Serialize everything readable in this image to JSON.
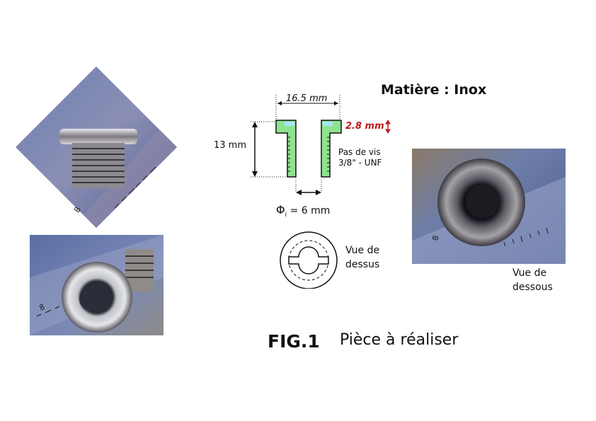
{
  "material": "Matière : Inox",
  "figure": {
    "label": "FIG.1",
    "caption": "Pièce à réaliser"
  },
  "drawing": {
    "width_dim": "16.5 mm",
    "height_dim": "13 mm",
    "head_dim": "2.8 mm",
    "thread_line1": "Pas de vis",
    "thread_line2": "3/8\" - UNF",
    "inner_diameter_symbol": "Φ",
    "inner_diameter_sub": "i",
    "inner_diameter_value": "= 6 mm",
    "top_view_line1": "Vue de",
    "top_view_line2": "dessus"
  },
  "photos": {
    "bottom_view_line1": "Vue de",
    "bottom_view_line2": "dessous",
    "ruler_numbers": [
      "8",
      "8",
      "8"
    ]
  },
  "colors": {
    "section_fill": "#8ee38e",
    "gap_fill": "#a8e4ff",
    "dim_red": "#c01818"
  }
}
